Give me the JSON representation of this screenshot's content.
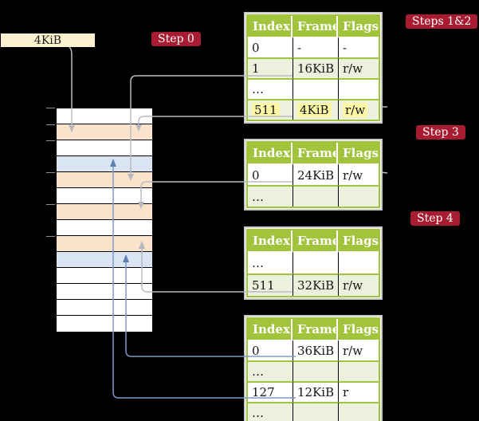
{
  "frame_size_label": "4KiB",
  "step_labels": {
    "step0": "Step 0",
    "steps_1_2": "Steps 1&2",
    "step3": "Step 3",
    "step4": "Step 4"
  },
  "memory_column": {
    "rows": [
      "white",
      "orange",
      "white",
      "blue",
      "orange",
      "white",
      "orange",
      "white",
      "orange",
      "blue",
      "white",
      "white",
      "white",
      "white"
    ]
  },
  "tables": [
    {
      "headers": [
        "Index",
        "Frame",
        "Flags"
      ],
      "rows": [
        {
          "cells": [
            "0",
            "-",
            "-"
          ]
        },
        {
          "cells": [
            "1",
            "16KiB",
            "r/w"
          ]
        },
        {
          "cells": [
            "…",
            "",
            ""
          ]
        },
        {
          "cells": [
            "511",
            "4KiB",
            "r/w"
          ]
        }
      ]
    },
    {
      "headers": [
        "Index",
        "Frame",
        "Flags"
      ],
      "rows": [
        {
          "cells": [
            "0",
            "24KiB",
            "r/w"
          ]
        },
        {
          "cells": [
            "…",
            "",
            ""
          ]
        }
      ]
    },
    {
      "headers": [
        "Index",
        "Frame",
        "Flags"
      ],
      "rows": [
        {
          "cells": [
            "…",
            "",
            ""
          ]
        },
        {
          "cells": [
            "511",
            "32KiB",
            "r/w"
          ]
        }
      ]
    },
    {
      "headers": [
        "Index",
        "Frame",
        "Flags"
      ],
      "rows": [
        {
          "cells": [
            "0",
            "36KiB",
            "r/w"
          ]
        },
        {
          "cells": [
            "…",
            "",
            ""
          ]
        },
        {
          "cells": [
            "127",
            "12KiB",
            "r"
          ]
        },
        {
          "cells": [
            "…",
            "",
            ""
          ]
        }
      ]
    }
  ],
  "colors": {
    "background": "#000000",
    "table_header_green": "#a2c33c",
    "table_row_shade_green": "#ebf1dc",
    "highlight_yellow": "#fcf7a5",
    "memory_frame_orange": "#fbe3cb",
    "memory_frame_blue": "#d9e5f3",
    "step_badge_red": "#a81c31",
    "size_label_cream": "#fdf2d0",
    "gray_connector": "#b9bcc2",
    "blue_connector": "#7e9aca"
  }
}
